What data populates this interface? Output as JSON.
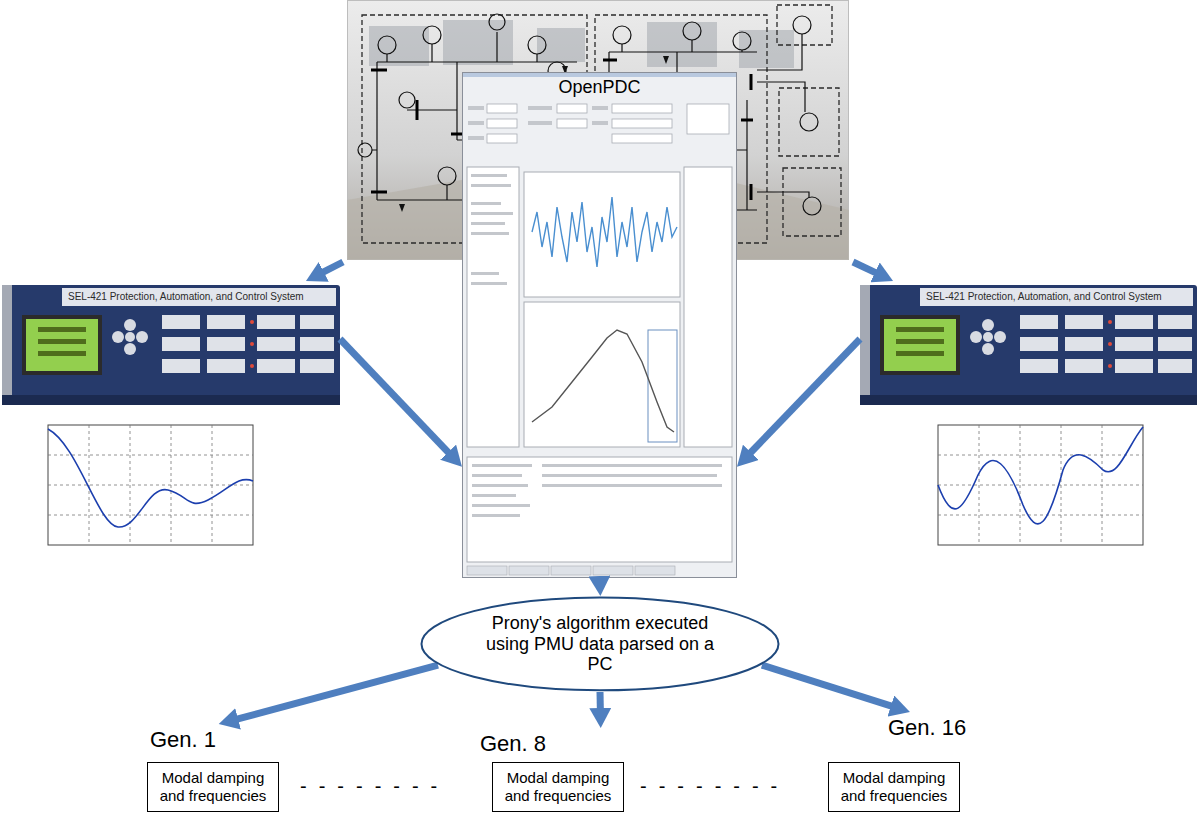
{
  "diagram": {
    "nodes": [
      {
        "text": [
          "OpenPDC"
        ]
      },
      {
        "text": [
          "SEL-421 Protection, Automation, and Control System"
        ]
      },
      {
        "text": [
          "SEL-421 Protection, Automation, and Control System"
        ]
      },
      {
        "text": [
          "Prony's algorithm executed using PMU data parsed on a PC"
        ]
      },
      {
        "text": [
          "Gen. 1",
          "Modal damping and frequencies"
        ]
      },
      {
        "text": [
          "Gen. 8",
          "Modal damping and frequencies"
        ]
      },
      {
        "text": [
          "Gen. 16",
          "Modal damping and frequencies"
        ]
      }
    ],
    "edges": [
      {
        "from": 1,
        "to": 0,
        "arrow": "to"
      },
      {
        "from": 2,
        "to": 0,
        "arrow": "to"
      },
      {
        "from": 0,
        "to": 3,
        "arrow": "to"
      },
      {
        "from": 3,
        "to": 4,
        "arrow": "to"
      },
      {
        "from": 3,
        "to": 5,
        "arrow": "to"
      },
      {
        "from": 3,
        "to": 6,
        "arrow": "to"
      }
    ],
    "labels": [
      "--------",
      "--------"
    ]
  }
}
